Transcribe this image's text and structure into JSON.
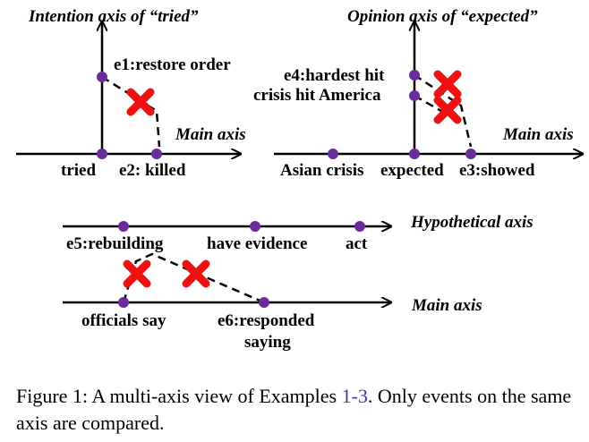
{
  "figure": {
    "top_left": {
      "vertical_axis_title": "Intention axis of “tried”",
      "main_axis_label": "Main axis",
      "event_vertical": "e1:restore order",
      "event_origin": "tried",
      "event_main": "e2: killed"
    },
    "top_right": {
      "vertical_axis_title": "Opinion axis of “expected”",
      "main_axis_label": "Main axis",
      "event_vertical_upper": "e4:hardest hit",
      "event_vertical_lower": "crisis hit America",
      "event_left": "Asian crisis",
      "event_origin": "expected",
      "event_right": "e3:showed"
    },
    "bottom": {
      "hypothetical_axis_label": "Hypothetical axis",
      "main_axis_label": "Main axis",
      "hyp_event_1": "e5:rebuilding",
      "hyp_event_2": "have evidence",
      "hyp_event_3": "act",
      "main_event_1": "officials say",
      "main_event_2_line1": "e6:responded",
      "main_event_2_line2": "saying"
    }
  },
  "caption": {
    "prefix": "Figure 1:  A multi-axis view of Examples ",
    "ref": "1-3",
    "suffix": ".  Only events on the same axis are compared."
  },
  "colors": {
    "node": "#6a2c9a",
    "cross": "#ee1111",
    "axis": "#000000"
  },
  "icons": [
    "red-cross-icon",
    "event-node-icon",
    "arrowhead-icon"
  ]
}
